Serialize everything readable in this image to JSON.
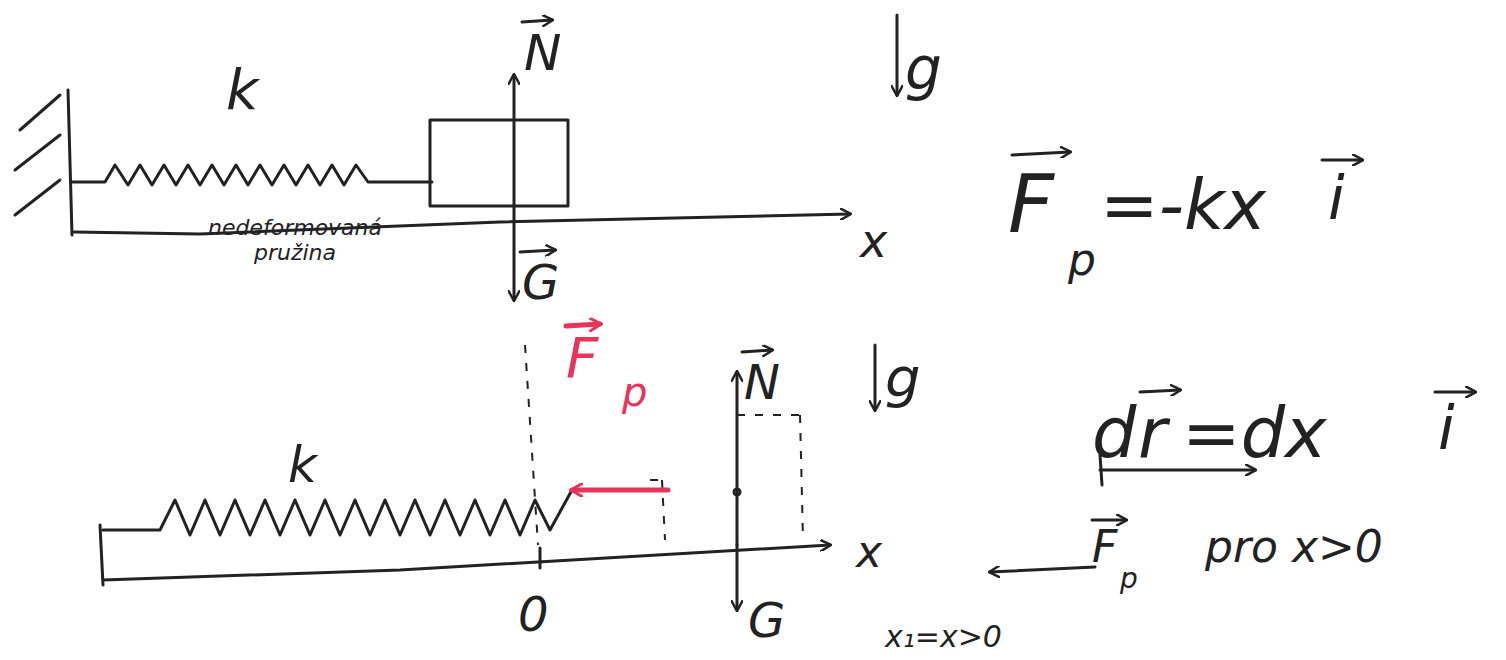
{
  "diagram": {
    "labels": [
      "k",
      "N",
      "nedeformovaná pružina",
      "G",
      "g",
      "x",
      "F",
      "p",
      "=-kx",
      "i",
      "F",
      "p",
      "N",
      "k",
      "g",
      "d",
      "r",
      "=dx",
      "i",
      "0",
      "G",
      "x",
      "F",
      "p",
      "pro x>0",
      "x₁=x>0"
    ]
  }
}
